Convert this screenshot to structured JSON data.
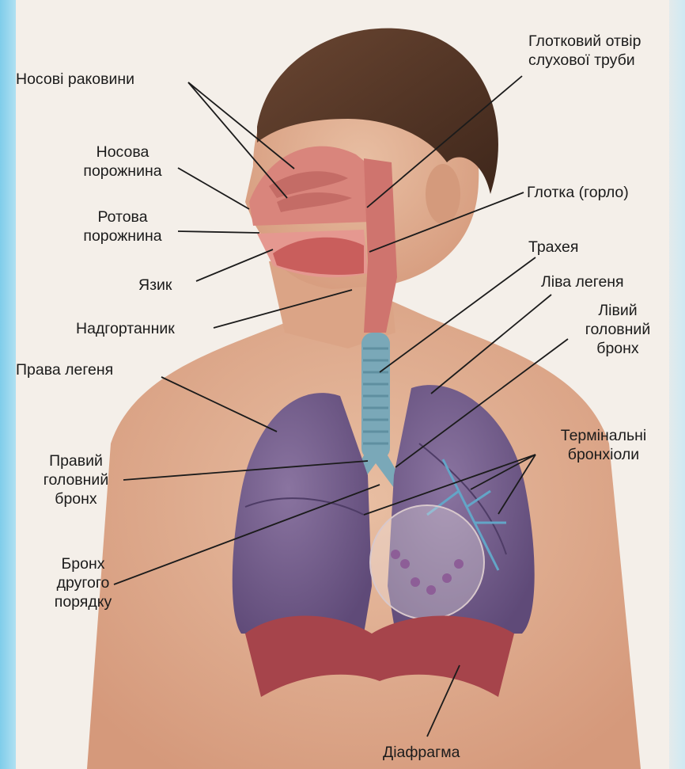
{
  "labels": {
    "nasal_conchae": "Носові раковини",
    "pharyngeal_opening_1": "Глотковий отвір",
    "pharyngeal_opening_2": "слухової труби",
    "nasal_cavity_1": "Носова",
    "nasal_cavity_2": "порожнина",
    "pharynx": "Глотка (горло)",
    "oral_cavity_1": "Ротова",
    "oral_cavity_2": "порожнина",
    "trachea": "Трахея",
    "tongue": "Язик",
    "left_lung": "Ліва легеня",
    "left_bronchus_1": "Лівий",
    "left_bronchus_2": "головний",
    "left_bronchus_3": "бронх",
    "epiglottis": "Надгортанник",
    "right_lung": "Права легеня",
    "terminal_bronchioles_1": "Термінальні",
    "terminal_bronchioles_2": "бронхіоли",
    "right_bronchus_1": "Правий",
    "right_bronchus_2": "головний",
    "right_bronchus_3": "бронх",
    "secondary_bronchus_1": "Бронх",
    "secondary_bronchus_2": "другого",
    "secondary_bronchus_3": "порядку",
    "diaphragm": "Діафрагма"
  },
  "colors": {
    "skin": "#e3b396",
    "hair": "#5a3a28",
    "lung": "#6f5a86",
    "airway": "#d77d74",
    "trachea": "#78a7b8",
    "diaphragm": "#a9454c",
    "leader": "#1b1b1b"
  }
}
